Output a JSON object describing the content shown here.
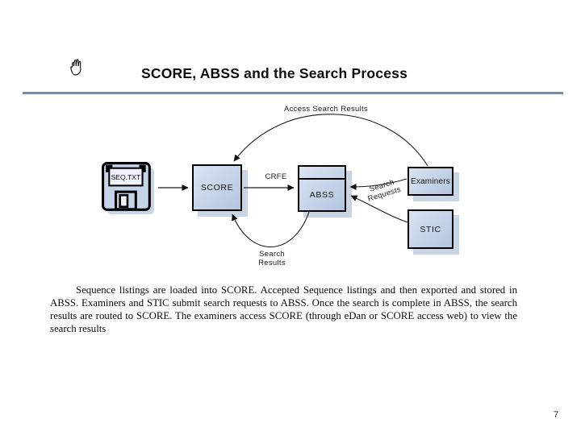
{
  "slide": {
    "title": "SCORE, ABSS and the Search Process",
    "page_number": "7"
  },
  "diagram": {
    "floppy_label": "SEQ.TXT",
    "nodes": {
      "score": "SCORE",
      "abss": "ABSS",
      "examiners": "Examiners",
      "stic": "STIC"
    },
    "edge_labels": {
      "crfe": "CRFE",
      "access_search_results": "Access Search Results",
      "search_results": "Search Results",
      "search_requests": "Search Requests"
    }
  },
  "paragraph": {
    "lines": [
      "Sequence listings are loaded into SCORE. Accepted Sequence listings and then exported and stored in",
      "ABSS. Examiners and STIC submit search requests to ABSS. Once the search is complete in ABSS, the search",
      "results are routed to SCORE. The examiners access SCORE (through eDan or SCORE access web) to view the",
      "search results"
    ]
  },
  "colors": {
    "divider": "#7b8ea1",
    "node_fill_top": "#dae4f3",
    "node_fill_bottom": "#b3c5df",
    "node_border": "#000000",
    "node_shadow": "#c9d5e5"
  }
}
